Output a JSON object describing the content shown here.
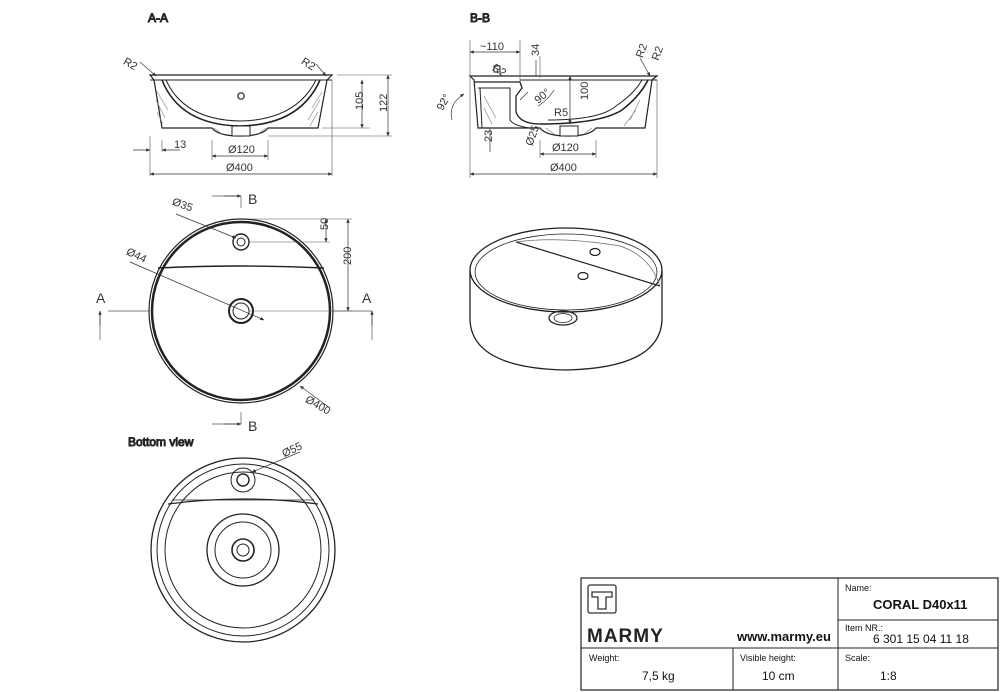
{
  "views": {
    "section_aa": "A-A",
    "section_bb": "B-B",
    "bottom_view": "Bottom view"
  },
  "section_aa_dims": {
    "r_left": "R2",
    "r_right": "R2",
    "h105": "105",
    "h122": "122",
    "w13": "13",
    "d120": "Ø120",
    "d400": "Ø400"
  },
  "section_bb_dims": {
    "w110": "~110",
    "h34": "34",
    "r2a": "R2",
    "r2b": "R2",
    "r2c": "R2",
    "a92": "92°",
    "a90": "90°",
    "r5": "R5",
    "h100": "100",
    "h23": "23",
    "d25": "Ø25",
    "d120": "Ø120",
    "d400": "Ø400"
  },
  "top_view_dims": {
    "b_top": "B",
    "b_bottom": "B",
    "a_left": "A",
    "a_right": "A",
    "d35": "Ø35",
    "d44": "Ø44",
    "h50": "50",
    "h200": "200",
    "d400": "Ø400"
  },
  "bottom_view_dims": {
    "d55": "Ø55"
  },
  "title_block": {
    "brand": "MARMY",
    "website": "www.marmy.eu",
    "name_label": "Name:",
    "name_value": "CORAL D40x11",
    "item_label": "Item NR.:",
    "item_value": "6 301 15 04 11 18",
    "weight_label": "Weight:",
    "weight_value": "7,5 kg",
    "visible_label": "Visible height:",
    "visible_value": "10 cm",
    "scale_label": "Scale:",
    "scale_value": "1:8"
  }
}
